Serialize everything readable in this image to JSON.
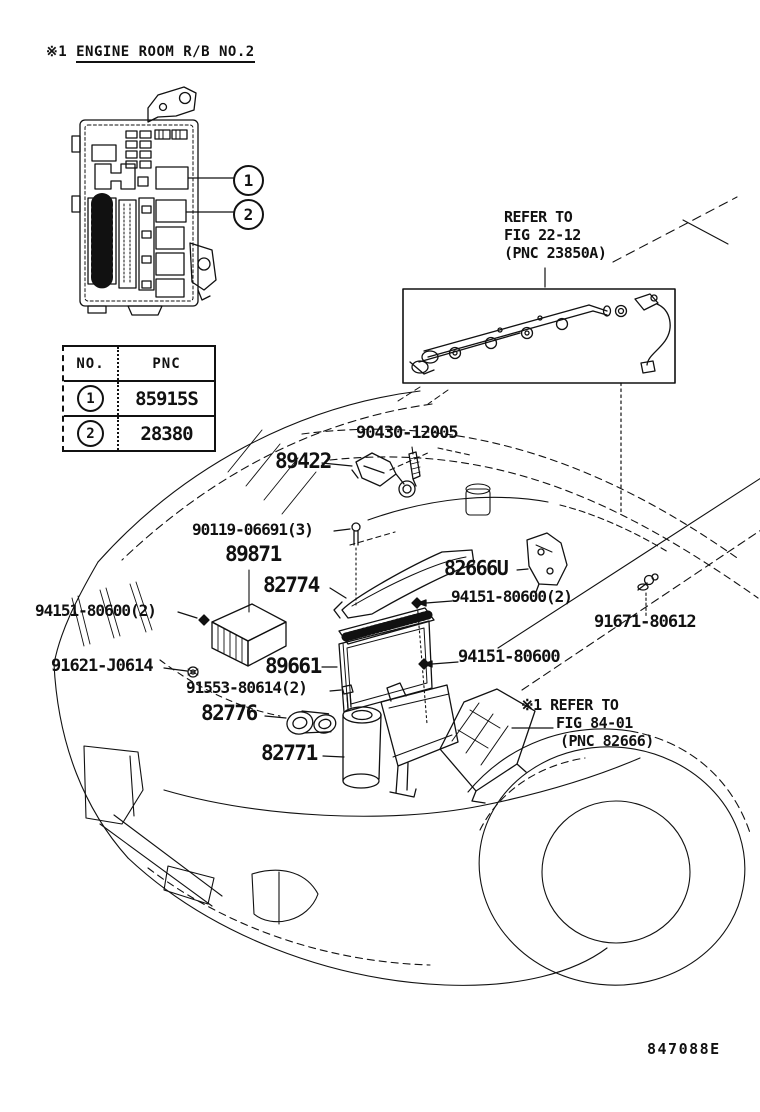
{
  "doc": {
    "note_prefix": "※1",
    "note_title": "ENGINE ROOM  R/B NO.2",
    "drawing_code": "847088E"
  },
  "callouts": {
    "c1": "1",
    "c2": "2"
  },
  "table": {
    "headers": [
      "NO.",
      "PNC"
    ],
    "rows": [
      {
        "no": "1",
        "pnc": "85915S"
      },
      {
        "no": "2",
        "pnc": "28380"
      }
    ]
  },
  "references": {
    "ref1": {
      "line1": "REFER TO",
      "line2": "FIG 22-12",
      "line3": "(PNC 23850A)"
    },
    "ref2": {
      "prefix": "※1",
      "line1": "REFER TO",
      "line2": "FIG 84-01",
      "line3": "(PNC 82666)"
    }
  },
  "part_labels": {
    "p90430": "90430-12005",
    "p89422": "89422",
    "p90119": "90119-06691(3)",
    "p89871": "89871",
    "p82774": "82774",
    "p82666u": "82666U",
    "p94151_left": "94151-80600(2)",
    "p94151_right2": "94151-80600(2)",
    "p91671": "91671-80612",
    "p91621": "91621-J0614",
    "p89661": "89661",
    "p94151_right1": "94151-80600",
    "p91553": "91553-80614(2)",
    "p82776": "82776",
    "p82771": "82771"
  },
  "colors": {
    "ink": "#111111",
    "paper": "#ffffff"
  }
}
